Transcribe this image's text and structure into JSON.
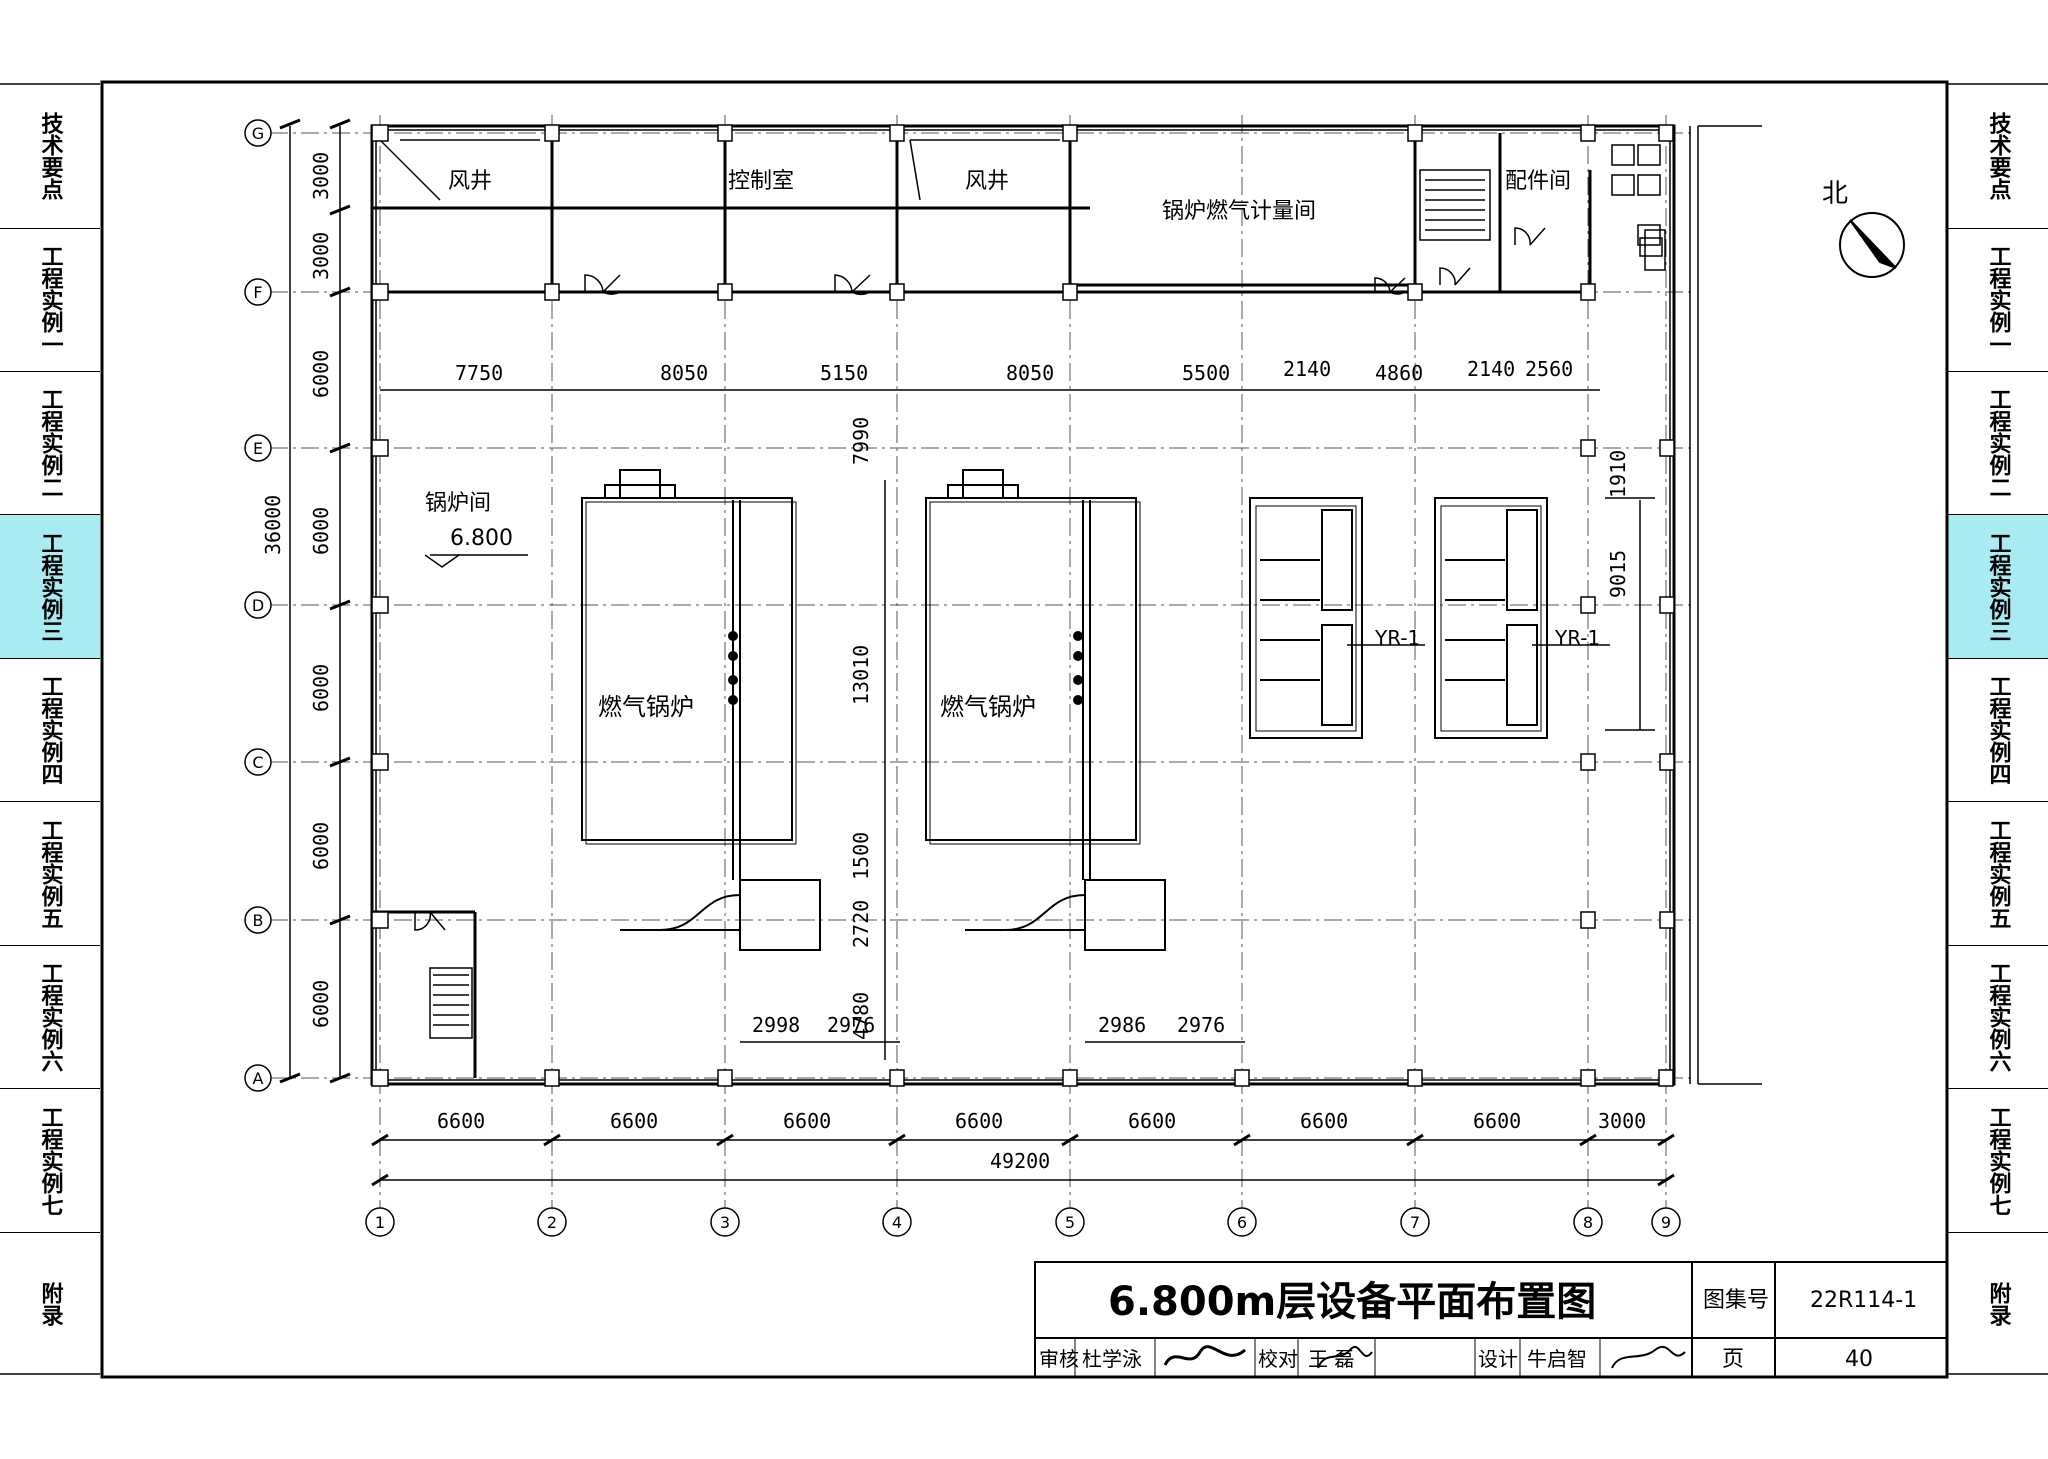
{
  "side_tabs": [
    {
      "label": "技术要点",
      "active": false
    },
    {
      "label": "工程实例一",
      "active": false
    },
    {
      "label": "工程实例二",
      "active": false
    },
    {
      "label": "工程实例三",
      "active": true
    },
    {
      "label": "工程实例四",
      "active": false
    },
    {
      "label": "工程实例五",
      "active": false
    },
    {
      "label": "工程实例六",
      "active": false
    },
    {
      "label": "工程实例七",
      "active": false
    },
    {
      "label": "附录",
      "active": false
    }
  ],
  "rooms": {
    "wind_well_1": "风井",
    "control_room": "控制室",
    "wind_well_2": "风井",
    "gas_meter_room": "锅炉燃气计量间",
    "parts_room": "配件间",
    "boiler_room": "锅炉间",
    "boiler_room_level": "6.800"
  },
  "equipment": {
    "boiler_1": "燃气锅炉",
    "boiler_2": "燃气锅炉",
    "unit_1": "YR-1",
    "unit_2": "YR-1"
  },
  "north": "北",
  "grid_rows": [
    "G",
    "F",
    "E",
    "D",
    "C",
    "B",
    "A"
  ],
  "grid_cols": [
    "1",
    "2",
    "3",
    "4",
    "5",
    "6",
    "7",
    "8",
    "9"
  ],
  "dims": {
    "left_segments": [
      "3000",
      "3000",
      "6000",
      "6000",
      "6000",
      "6000",
      "6000"
    ],
    "left_total": "36000",
    "bottom_segments": [
      "6600",
      "6600",
      "6600",
      "6600",
      "6600",
      "6600",
      "6600",
      "3000"
    ],
    "bottom_total": "49200",
    "top_row": [
      "7750",
      "8050",
      "5150",
      "8050",
      "5500",
      "2140",
      "4860",
      "2140",
      "2560"
    ],
    "mid_vertical": [
      "7990",
      "13010",
      "1500",
      "2720",
      "4780"
    ],
    "right_vertical": [
      "1910",
      "9015"
    ],
    "bottom_row_1": [
      "2998",
      "2976"
    ],
    "bottom_row_2": [
      "2986",
      "2976"
    ]
  },
  "title_block": {
    "title": "6.800m层设备平面布置图",
    "atlas_label": "图集号",
    "atlas_no": "22R114-1",
    "reviewer_label": "审核",
    "reviewer": "杜学泳",
    "checker_label": "校对",
    "checker": "王 磊",
    "designer_label": "设计",
    "designer": "牛启智",
    "page_label": "页",
    "page_no": "40"
  }
}
